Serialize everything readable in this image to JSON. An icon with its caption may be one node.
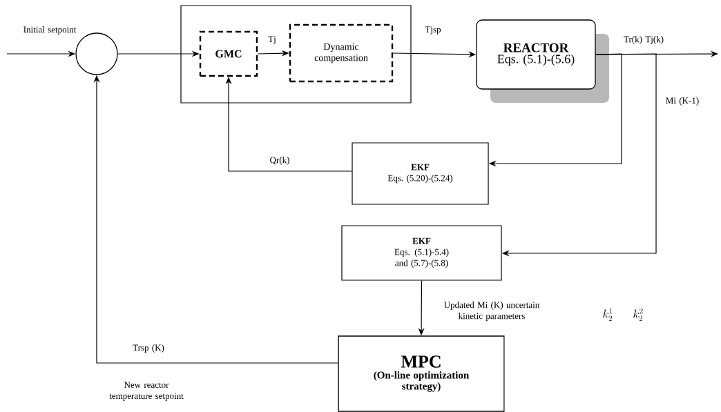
{
  "diagram": {
    "nodes": [
      {
        "text": [],
        "shape": "circle"
      },
      {
        "text": [],
        "shape": "box"
      },
      {
        "text": [
          "GMC"
        ],
        "in": 1
      },
      {
        "text": [
          "Dynamic compensation"
        ],
        "in": 1
      },
      {
        "text": [
          "REACTOR",
          "Eqs. (5.1)-(5.6)"
        ]
      },
      {
        "text": [
          "EKF",
          "Eqs. (5.20)-(5.24)"
        ]
      },
      {
        "text": [
          "EKF",
          "Eqs. (5.1)-5.4) and (5.7)-(5.8)"
        ]
      },
      {
        "text": [
          "MPC",
          "(On-line optimization strategy)"
        ]
      }
    ],
    "edges": [
      {
        "from": null,
        "to": 0,
        "arrow": "to",
        "label": "Initial setpoint"
      },
      {
        "from": 0,
        "to": 2,
        "arrow": "to"
      },
      {
        "from": 2,
        "to": 3,
        "arrow": "to",
        "label": "Tj"
      },
      {
        "from": 3,
        "to": 4,
        "arrow": "to",
        "label": "Tjsp"
      },
      {
        "from": 4,
        "to": null,
        "arrow": "to"
      },
      {
        "from": 4,
        "to": 5,
        "arrow": "to"
      },
      {
        "from": 4,
        "to": 6,
        "arrow": "to",
        "label": "Mi (K-1)"
      },
      {
        "from": 5,
        "to": 2,
        "arrow": "to",
        "label": "Qr(k)"
      },
      {
        "from": 6,
        "to": 7,
        "arrow": "to",
        "label": "Updated  Mi (K) uncertain kinetic parameters"
      },
      {
        "from": 7,
        "to": 0,
        "arrow": "to",
        "label": "Trsp (K)"
      }
    ],
    "labels": [
      "Tr(k)  Tj(k)",
      "New reactor temperature setpoint",
      "k_2^1",
      "k_2^2"
    ]
  }
}
